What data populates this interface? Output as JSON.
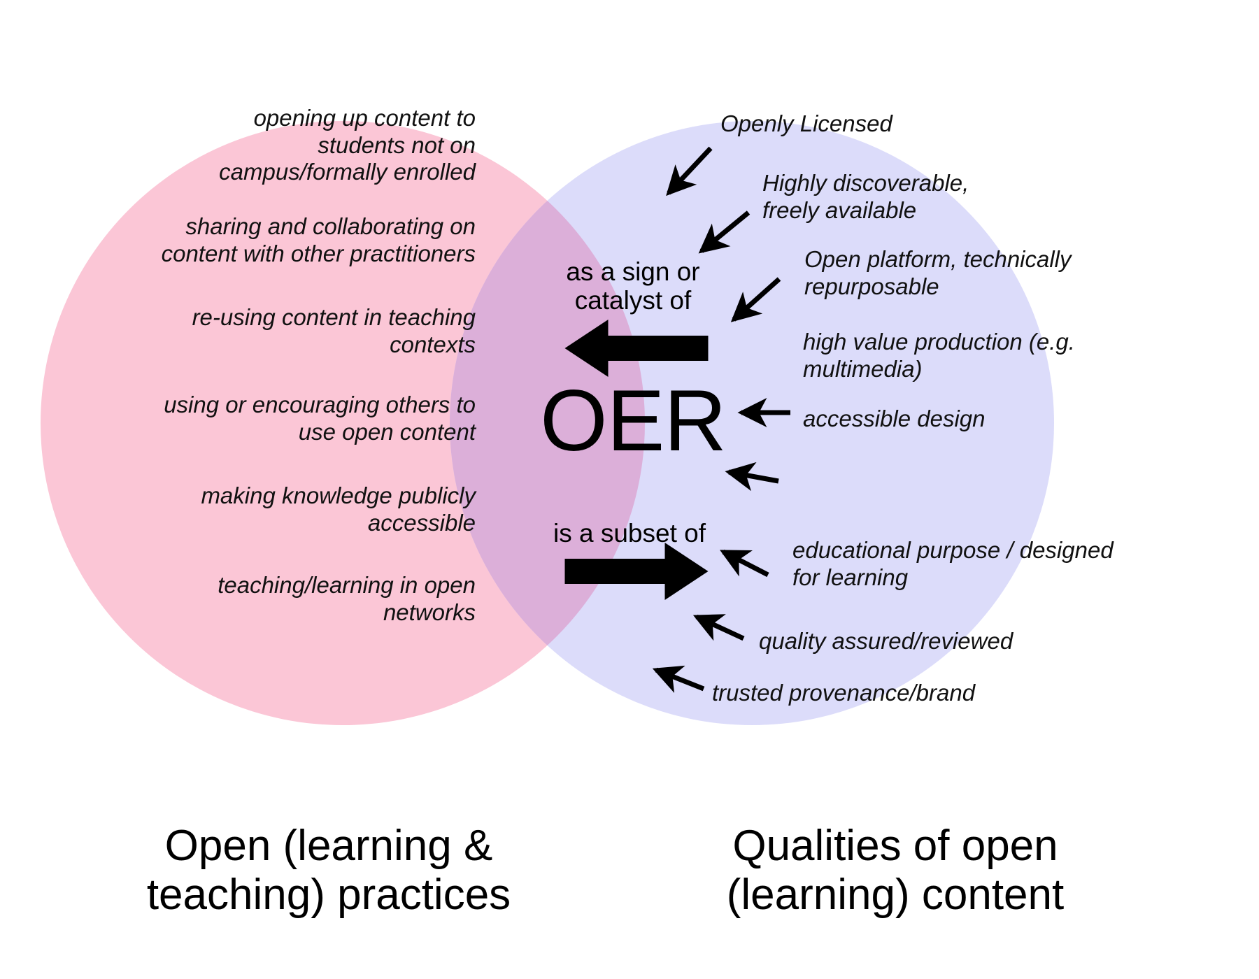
{
  "diagram": {
    "type": "venn-2-circle",
    "center_term": "OER",
    "colors": {
      "left_circle": "#fbc6d6",
      "right_circle": "#dcdcfa",
      "overlap": "#dcafd9",
      "background": "#ffffff",
      "text": "#111111",
      "arrow": "#000000"
    },
    "left_circle": {
      "title": "Open (learning &\nteaching) practices",
      "items": [
        "opening up content to\nstudents not on\ncampus/formally enrolled",
        "sharing and collaborating on\ncontent with other practitioners",
        "re-using content in teaching\ncontexts",
        "using or encouraging others to\nuse open content",
        "making knowledge publicly\naccessible",
        "teaching/learning in open\nnetworks"
      ]
    },
    "right_circle": {
      "title": "Qualities of open\n(learning) content",
      "items": [
        "Openly Licensed",
        "Highly discoverable,\nfreely available",
        "Open platform, technically\nrepurposable",
        "high value production (e.g.\nmultimedia)",
        "accessible design",
        "educational purpose / designed\nfor learning",
        "quality assured/reviewed",
        "trusted provenance/brand"
      ]
    },
    "overlap": {
      "relation_top": "as a sign or\ncatalyst of",
      "relation_bottom": "is a subset of",
      "arrow_top_direction": "left",
      "arrow_bottom_direction": "right"
    }
  }
}
